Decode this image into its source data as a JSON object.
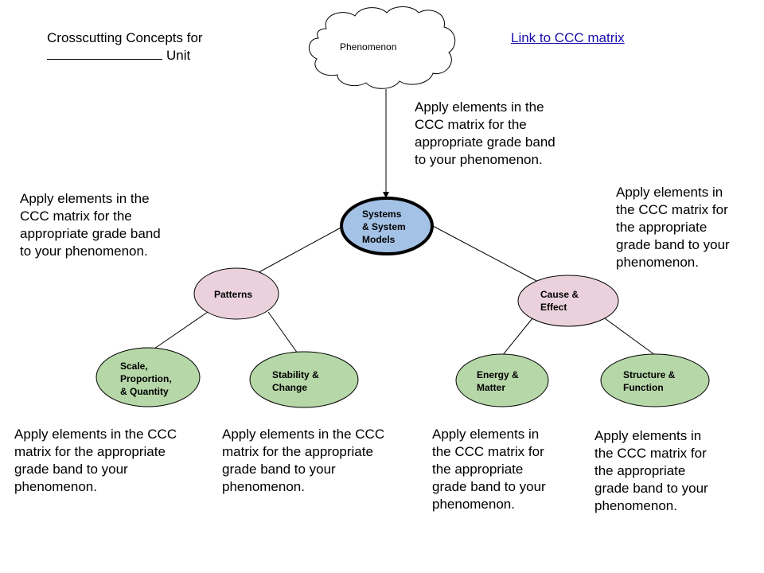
{
  "header": {
    "title_line1": "Crosscutting Concepts for",
    "title_line2_suffix": "Unit",
    "link_label": "Link to CCC matrix"
  },
  "colors": {
    "central_fill": "#a4c2e6",
    "pink_fill": "#ead1dc",
    "green_fill": "#b6d7a8",
    "link": "#1a0dab",
    "stroke": "#000000"
  },
  "diagram": {
    "phenomenon": {
      "label": "Phenomenon",
      "shape": "cloud"
    },
    "nodes": [
      {
        "id": "systems",
        "label": "Systems\n& System\nModels",
        "color": "central",
        "level": 0
      },
      {
        "id": "patterns",
        "label": "Patterns",
        "color": "pink",
        "level": 1
      },
      {
        "id": "cause_effect",
        "label": "Cause &\nEffect",
        "color": "pink",
        "level": 1
      },
      {
        "id": "scale",
        "label": "Scale,\nProportion,\n& Quantity",
        "color": "green",
        "level": 2
      },
      {
        "id": "stability",
        "label": "Stability &\nChange",
        "color": "green",
        "level": 2
      },
      {
        "id": "energy",
        "label": "Energy &\nMatter",
        "color": "green",
        "level": 2
      },
      {
        "id": "structure",
        "label": "Structure &\nFunction",
        "color": "green",
        "level": 2
      }
    ],
    "edges": [
      {
        "from": "phenomenon",
        "to": "systems",
        "arrow": true
      },
      {
        "from": "systems",
        "to": "patterns",
        "arrow": false
      },
      {
        "from": "systems",
        "to": "cause_effect",
        "arrow": false
      },
      {
        "from": "patterns",
        "to": "scale",
        "arrow": false
      },
      {
        "from": "patterns",
        "to": "stability",
        "arrow": false
      },
      {
        "from": "cause_effect",
        "to": "energy",
        "arrow": false
      },
      {
        "from": "cause_effect",
        "to": "structure",
        "arrow": false
      }
    ]
  },
  "notes": {
    "top_center": "Apply elements in the\nCCC matrix for the\nappropriate grade band\nto your phenomenon.",
    "middle_left": "Apply elements in the\nCCC matrix for the\nappropriate grade band\nto your phenomenon.",
    "middle_right": "Apply elements in\nthe CCC matrix for\nthe appropriate\ngrade band to your\nphenomenon.",
    "bottom_1": "Apply elements in the CCC\nmatrix for the appropriate\ngrade band to your\nphenomenon.",
    "bottom_2": "Apply elements in the CCC\nmatrix for the appropriate\ngrade band to your\nphenomenon.",
    "bottom_3": "Apply elements in\nthe CCC matrix for\nthe appropriate\ngrade band to your\nphenomenon.",
    "bottom_4": "Apply elements in\nthe CCC matrix for\nthe appropriate\ngrade band to your\nphenomenon."
  }
}
